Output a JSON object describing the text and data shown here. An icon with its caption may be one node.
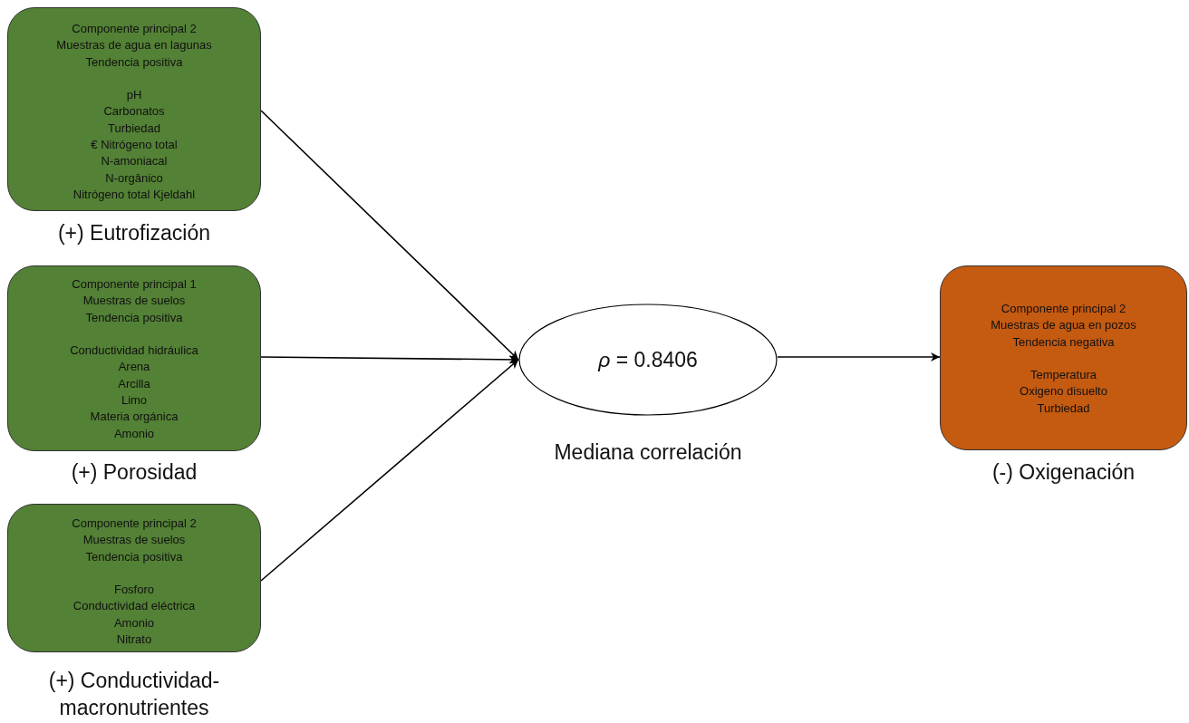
{
  "diagram": {
    "nodes": [
      {
        "text": [
          "Componente principal 2",
          "Muestras de agua en lagunas",
          "Tendencia positiva",
          "pH",
          "Carbonatos",
          "Turbiedad",
          "€ Nitrógeno total",
          "N-amoniacal",
          "N-orgânico",
          "Nitrógeno total Kjeldahl"
        ],
        "beside": [
          "(+) Eutrofización"
        ]
      },
      {
        "text": [
          "Componente principal 1",
          "Muestras de suelos",
          "Tendencia positiva",
          "Conductividad hidráulica",
          "Arena",
          "Arcilla",
          "Limo",
          "Materia orgánica",
          "Amonio"
        ],
        "beside": [
          "(+) Porosidad"
        ]
      },
      {
        "text": [
          "Componente principal 2",
          "Muestras de suelos",
          "Tendencia positiva",
          "Fosforo",
          "Conductividad eléctrica",
          "Amonio",
          "Nitrato"
        ],
        "beside": [
          "(+) Conductividad-macronutrientes"
        ]
      },
      {
        "text": [
          "Componente principal 2",
          "Muestras de agua en pozos",
          "Tendencia negativa",
          "Temperatura",
          "Oxigeno disuelto",
          "Turbiedad"
        ],
        "beside": [
          "(-) Oxigenación"
        ]
      },
      {
        "text": [
          "*ρ* = 0.8406"
        ],
        "beside": [
          "Mediana correlación"
        ]
      }
    ],
    "edges": [
      {
        "from": 0,
        "to": 4,
        "arrow": "to"
      },
      {
        "from": 1,
        "to": 4,
        "arrow": "to"
      },
      {
        "from": 2,
        "to": 4,
        "arrow": "to"
      },
      {
        "from": 4,
        "to": 3,
        "arrow": "to"
      }
    ]
  }
}
